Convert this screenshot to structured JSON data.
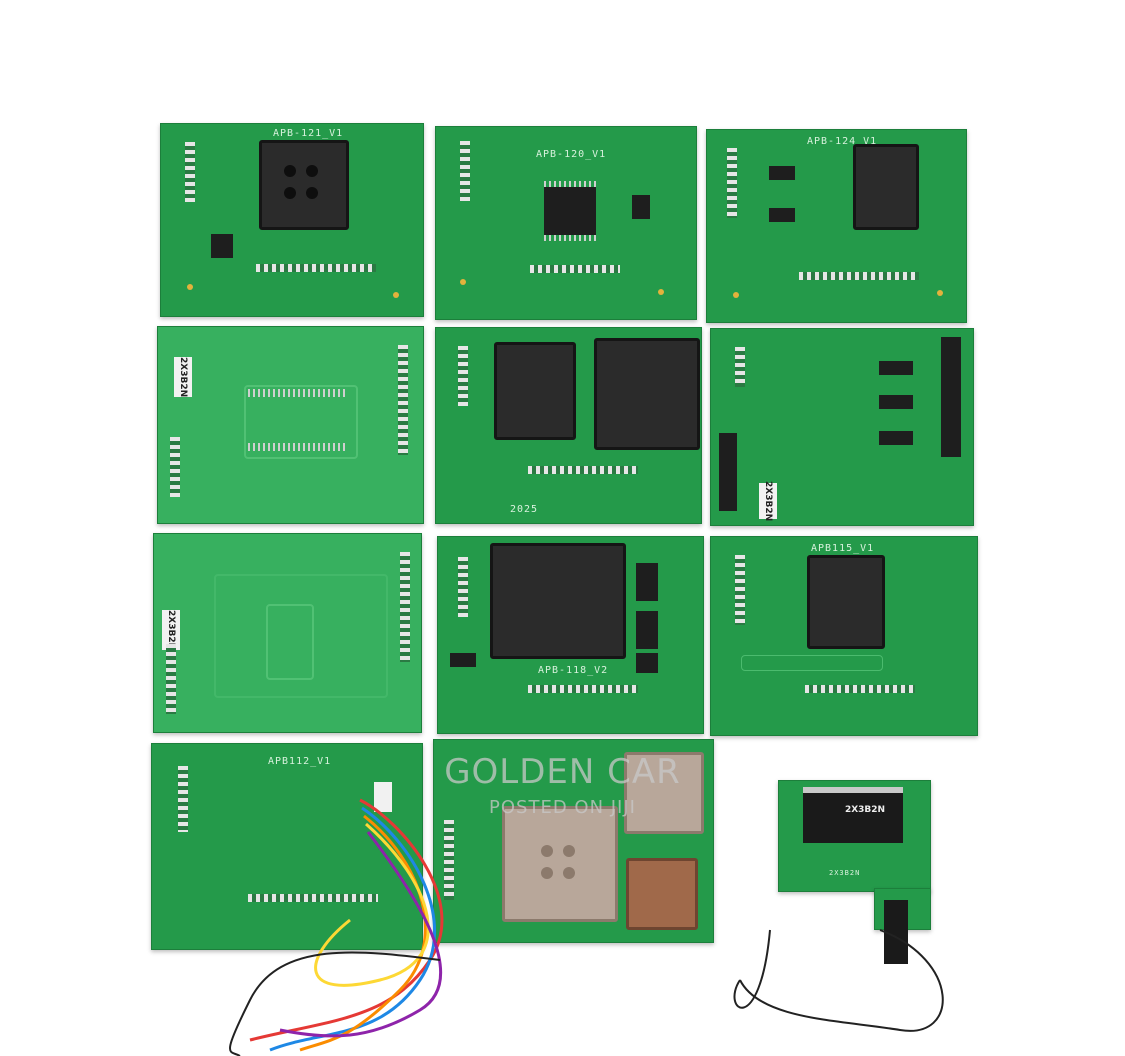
{
  "photo": {
    "subject": "Programmer adapter boards kit",
    "boards": [
      {
        "label": "APB-121_V1"
      },
      {
        "label": "APB-120_V1"
      },
      {
        "label": "APB-124_V1"
      },
      {
        "label": "2X3B2N"
      },
      {
        "label": "2025"
      },
      {
        "label": "2X3B2N"
      },
      {
        "label": "2X3B2N"
      },
      {
        "label": "APB-118_V2"
      },
      {
        "label": "APB115_V1"
      },
      {
        "label": "APB112_V1"
      },
      {
        "label": "2X3B2N"
      },
      {
        "label": "2X3B2N"
      }
    ],
    "wire_colors": [
      "#e53935",
      "#1e88e5",
      "#fb8c00",
      "#fdd835",
      "#8e24aa",
      "#222222"
    ]
  },
  "watermark": {
    "line1": "GOLDEN CAR",
    "line2": "POSTED ON JIJI"
  }
}
